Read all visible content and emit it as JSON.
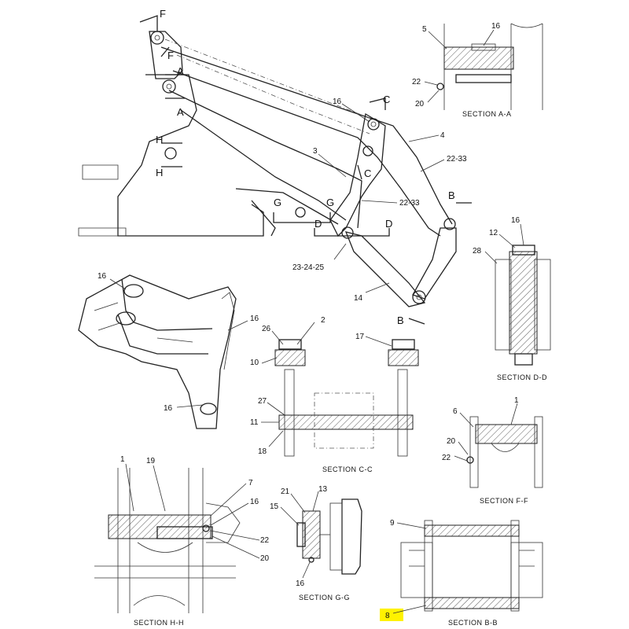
{
  "section_titles": {
    "aa": "SECTION A-A",
    "dd": "SECTION D-D",
    "cc": "SECTION C-C",
    "ff": "SECTION F-F",
    "hh": "SECTION H-H",
    "gg": "SECTION G-G",
    "bb": "SECTION B-B"
  },
  "main_view": {
    "arrows": {
      "f_top": "F",
      "f_low": "F",
      "a_top": "A",
      "a_low": "A",
      "h_top": "H",
      "h_low": "H",
      "c_top": "C",
      "c_low": "C",
      "b_top": "B",
      "b_low": "B",
      "g_left": "G",
      "g_right": "G",
      "d_left": "D",
      "d_right": "D"
    },
    "callouts": {
      "c16": "16",
      "c3": "3",
      "c4": "4",
      "c22_33a": "22-33",
      "c22_33b": "22-33",
      "c23_24_25": "23-24-25",
      "c14": "14"
    }
  },
  "section_aa": {
    "c5": "5",
    "c16": "16",
    "c22": "22",
    "c20": "20"
  },
  "section_dd": {
    "c16": "16",
    "c12": "12",
    "c28": "28"
  },
  "iso_view": {
    "c16a": "16",
    "c16b": "16",
    "c16c": "16"
  },
  "section_cc": {
    "c2": "2",
    "c26": "26",
    "c10": "10",
    "c17": "17",
    "c27": "27",
    "c11": "11",
    "c18": "18"
  },
  "section_ff": {
    "c6": "6",
    "c1": "1",
    "c20": "20",
    "c22": "22"
  },
  "section_hh": {
    "c1": "1",
    "c19": "19",
    "c7": "7",
    "c16": "16",
    "c22": "22",
    "c20": "20"
  },
  "section_gg": {
    "c21": "21",
    "c13": "13",
    "c15": "15",
    "c16": "16"
  },
  "section_bb": {
    "c9": "9",
    "c8": "8"
  },
  "colors": {
    "highlight": "#fff200",
    "line": "#222222"
  }
}
